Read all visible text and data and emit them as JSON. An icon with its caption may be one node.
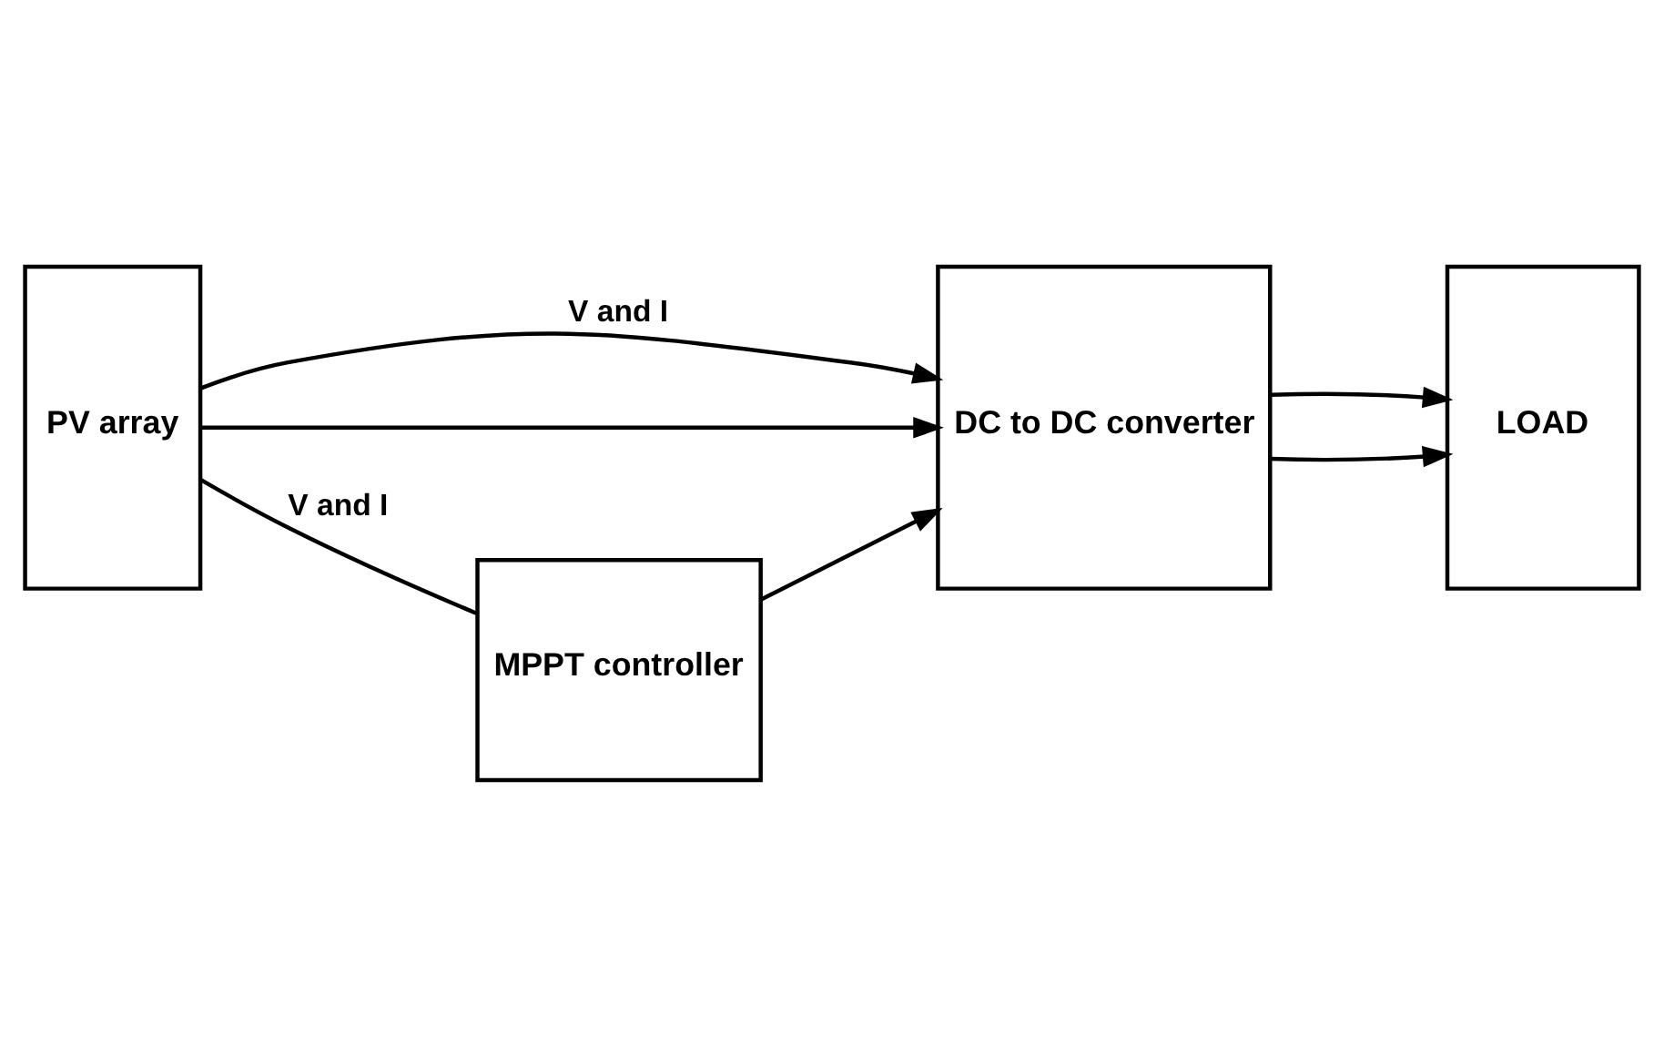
{
  "diagram": {
    "nodes": [
      {
        "text": [
          "PV array"
        ]
      },
      {
        "text": [
          "DC to DC converter"
        ]
      },
      {
        "text": [
          "LOAD"
        ]
      },
      {
        "text": [
          "MPPT controller"
        ]
      }
    ],
    "edges": [
      {
        "from": 0,
        "to": 1,
        "arrow": "to",
        "label": "V and I"
      },
      {
        "from": 0,
        "to": 1,
        "arrow": "to"
      },
      {
        "from": 1,
        "to": 2,
        "arrow": "to"
      },
      {
        "from": 1,
        "to": 2,
        "arrow": "to"
      },
      {
        "from": 0,
        "to": 3,
        "arrow": "none",
        "label": "V and I"
      },
      {
        "from": 3,
        "to": 1,
        "arrow": "to"
      }
    ]
  }
}
